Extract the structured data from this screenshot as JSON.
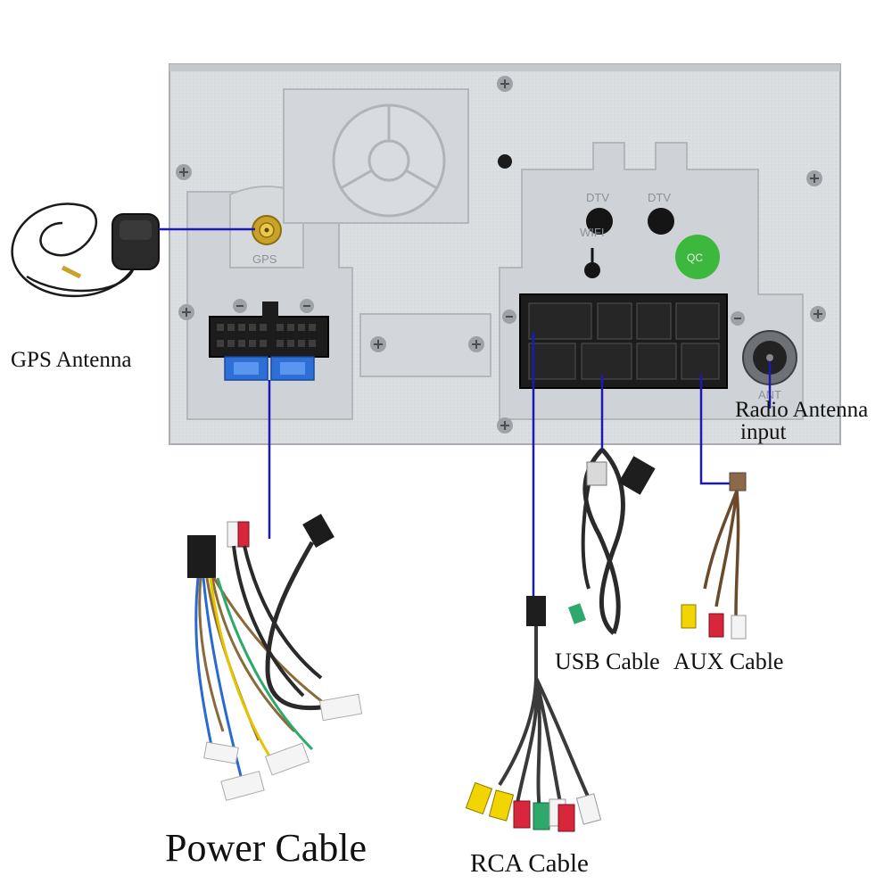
{
  "labels": {
    "gps_antenna": "GPS Antenna",
    "radio_antenna_line1": "Radio Antenna",
    "radio_antenna_line2": "input",
    "usb_cable": "USB Cable",
    "aux_cable": "AUX Cable",
    "rca_cable": "RCA Cable",
    "power_cable": "Power Cable"
  },
  "panel_markings": {
    "gps": "GPS",
    "dtv_left": "DTV",
    "dtv_right": "DTV",
    "wifi": "WIFI",
    "ant": "ANT",
    "sticker": "QC"
  },
  "colors": {
    "panel": "#dadde0",
    "panel_shadow": "#b7bbc0",
    "leader_line": "#1a1ab4",
    "connector": "#1c1c1c",
    "fuse": "#2d6fd6",
    "gold": "#c9a227",
    "sticker": "#3cb83c",
    "rca_yellow": "#f2d400",
    "rca_red": "#d8263a",
    "rca_white": "#f4f4f4",
    "rca_green": "#2ea86b",
    "cable": "#2a2a2a"
  }
}
